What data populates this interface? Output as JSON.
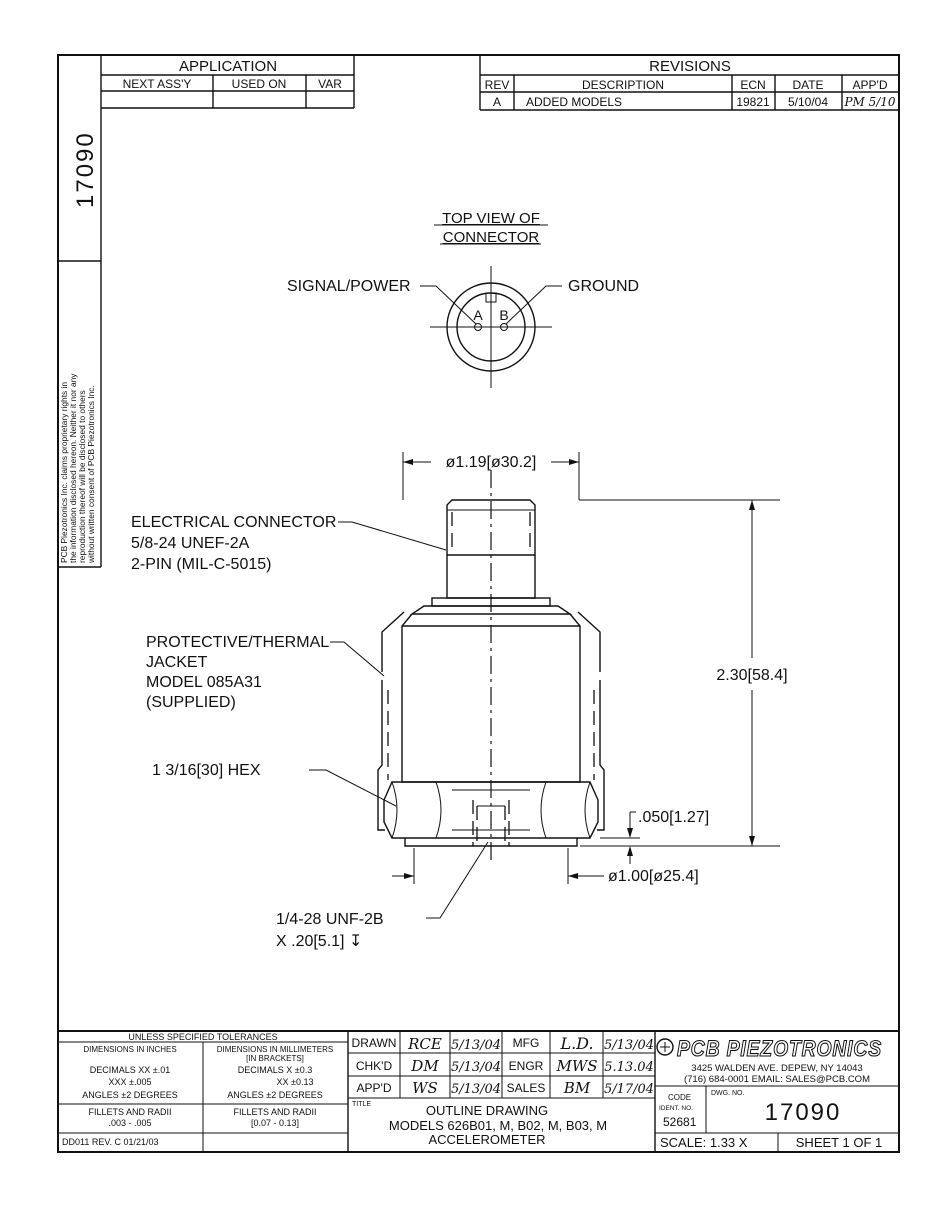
{
  "side_strip": {
    "drawing_number": "17090",
    "proprietary_lines": [
      "PCB Piezotronics Inc. claims proprietary rights in",
      "the information disclosed hereon. Neither it nor any",
      "reproduction thereof will be disclosed to others",
      "without written consent of PCB Piezotronics Inc."
    ]
  },
  "application": {
    "title": "APPLICATION",
    "headers": [
      "NEXT ASS'Y",
      "USED ON",
      "VAR"
    ]
  },
  "revisions": {
    "title": "REVISIONS",
    "headers": [
      "REV",
      "DESCRIPTION",
      "ECN",
      "DATE",
      "APP'D"
    ],
    "rows": [
      {
        "rev": "A",
        "description": "ADDED MODELS",
        "ecn": "19821",
        "date": "5/10/04",
        "appd": "PM 5/10"
      }
    ]
  },
  "drawing": {
    "top_view_title_1": "TOP VIEW OF",
    "top_view_title_2": "CONNECTOR",
    "signal_label": "SIGNAL/POWER",
    "ground_label": "GROUND",
    "pin_a": "A",
    "pin_b": "B",
    "dim_width_top": "ø1.19[ø30.2]",
    "connector_label_1": "ELECTRICAL CONNECTOR",
    "connector_label_2": "5/8-24 UNEF-2A",
    "connector_label_3": "2-PIN (MIL-C-5015)",
    "jacket_label_1": "PROTECTIVE/THERMAL",
    "jacket_label_2": "JACKET",
    "jacket_label_3": "MODEL 085A31",
    "jacket_label_4": "(SUPPLIED)",
    "dim_height": "2.30[58.4]",
    "hex_label": "1 3/16[30] HEX",
    "dim_step": ".050[1.27]",
    "dim_base": "ø1.00[ø25.4]",
    "thread_label_1": "1/4-28 UNF-2B",
    "thread_label_2": "X .20[5.1] ↧"
  },
  "title_block": {
    "tolerances_title": "UNLESS SPECIFIED TOLERANCES",
    "inches_head": "DIMENSIONS IN INCHES",
    "mm_head_1": "DIMENSIONS IN MILLIMETERS",
    "mm_head_2": "[IN BRACKETS]",
    "in_dec_1": "DECIMALS  XX ±.01",
    "in_dec_2": "XXX ±.005",
    "in_ang": "ANGLES ±2 DEGREES",
    "mm_dec_1": "DECIMALS  X ±0.3",
    "mm_dec_2": "XX ±0.13",
    "mm_ang": "ANGLES ±2 DEGREES",
    "in_fillet_1": "FILLETS AND RADII",
    "in_fillet_2": ".003 - .005",
    "mm_fillet_1": "FILLETS AND RADII",
    "mm_fillet_2": "[0.07 - 0.13]",
    "form_rev": "DD011 REV. C 01/21/03",
    "drawn_label": "DRAWN",
    "drawn_sig": "RCE",
    "drawn_date": "5/13/04",
    "chkd_label": "CHK'D",
    "chkd_sig": "DM",
    "chkd_date": "5/13/04",
    "appd_label": "APP'D",
    "appd_sig": "WS",
    "appd_date": "5/13/04",
    "mfg_label": "MFG",
    "mfg_sig": "L.D.",
    "mfg_date": "5/13/04",
    "engr_label": "ENGR",
    "engr_sig": "MWS",
    "engr_date": "5.13.04",
    "sales_label": "SALES",
    "sales_sig": "BM",
    "sales_date": "5/17/04",
    "title_label": "TITLE",
    "title_line_1": "OUTLINE DRAWING",
    "title_line_2": "MODELS 626B01, M, B02, M, B03, M",
    "title_line_3": "ACCELEROMETER",
    "company": "PCB PIEZOTRONICS",
    "address_1": "3425 WALDEN AVE. DEPEW, NY 14043",
    "address_2": "(716) 684-0001  EMAIL: SALES@PCB.COM",
    "code_label_1": "CODE",
    "code_label_2": "IDENT. NO.",
    "code_value": "52681",
    "dwg_label": "DWG. NO.",
    "dwg_value": "17090",
    "scale": "SCALE:  1.33 X",
    "sheet": "SHEET  1  OF  1"
  }
}
